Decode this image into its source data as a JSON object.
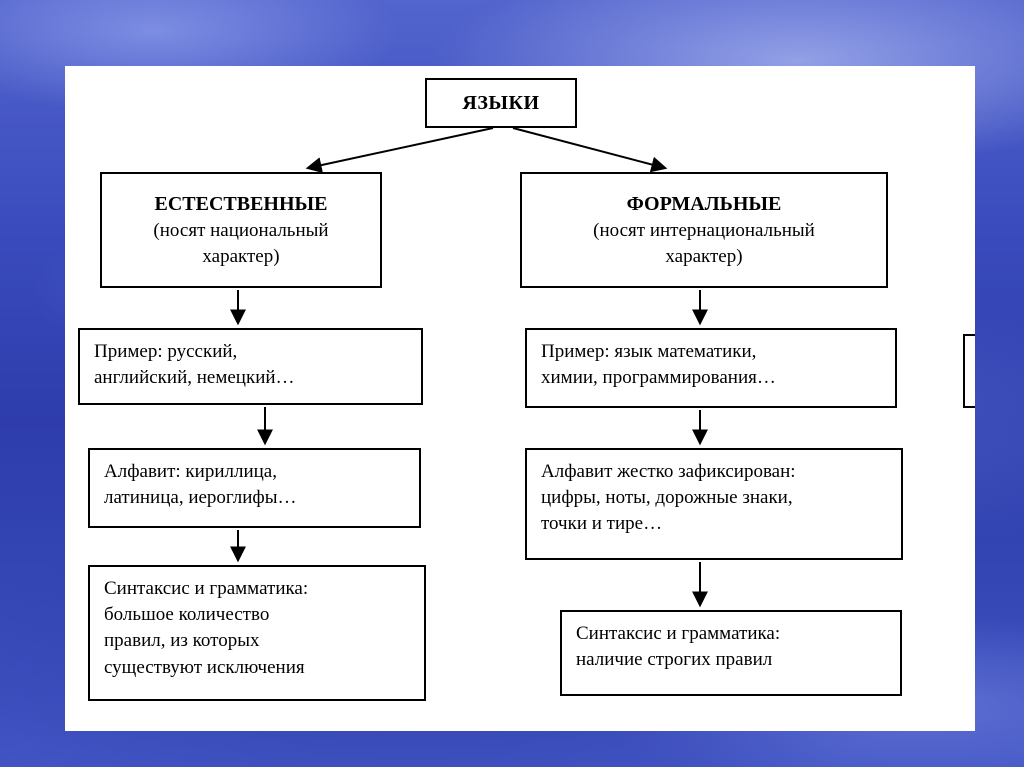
{
  "slide": {
    "colors": {
      "background": "#3346b4",
      "panel": "#ffffff",
      "line": "#000000",
      "text": "#000000"
    },
    "root_label": "ЯЗЫКИ",
    "natural": {
      "title": "ЕСТЕСТВЕННЫЕ",
      "subtitle": "(носят национальный\nхарактер)",
      "example": "Пример: русский,\nанглийский, немецкий…",
      "alphabet": "Алфавит: кириллица,\nлатиница, иероглифы…",
      "syntax": "Синтаксис и грамматика:\nбольшое количество\nправил, из которых\nсуществуют исключения"
    },
    "formal": {
      "title": "ФОРМАЛЬНЫЕ",
      "subtitle": "(носят интернациональный\nхарактер)",
      "example": "Пример: язык математики,\nхимии, программирования…",
      "alphabet": "Алфавит жестко зафиксирован:\nцифры, ноты, дорожные знаки,\nточки и тире…",
      "syntax": "Синтаксис и грамматика:\nналичие строгих правил"
    }
  }
}
